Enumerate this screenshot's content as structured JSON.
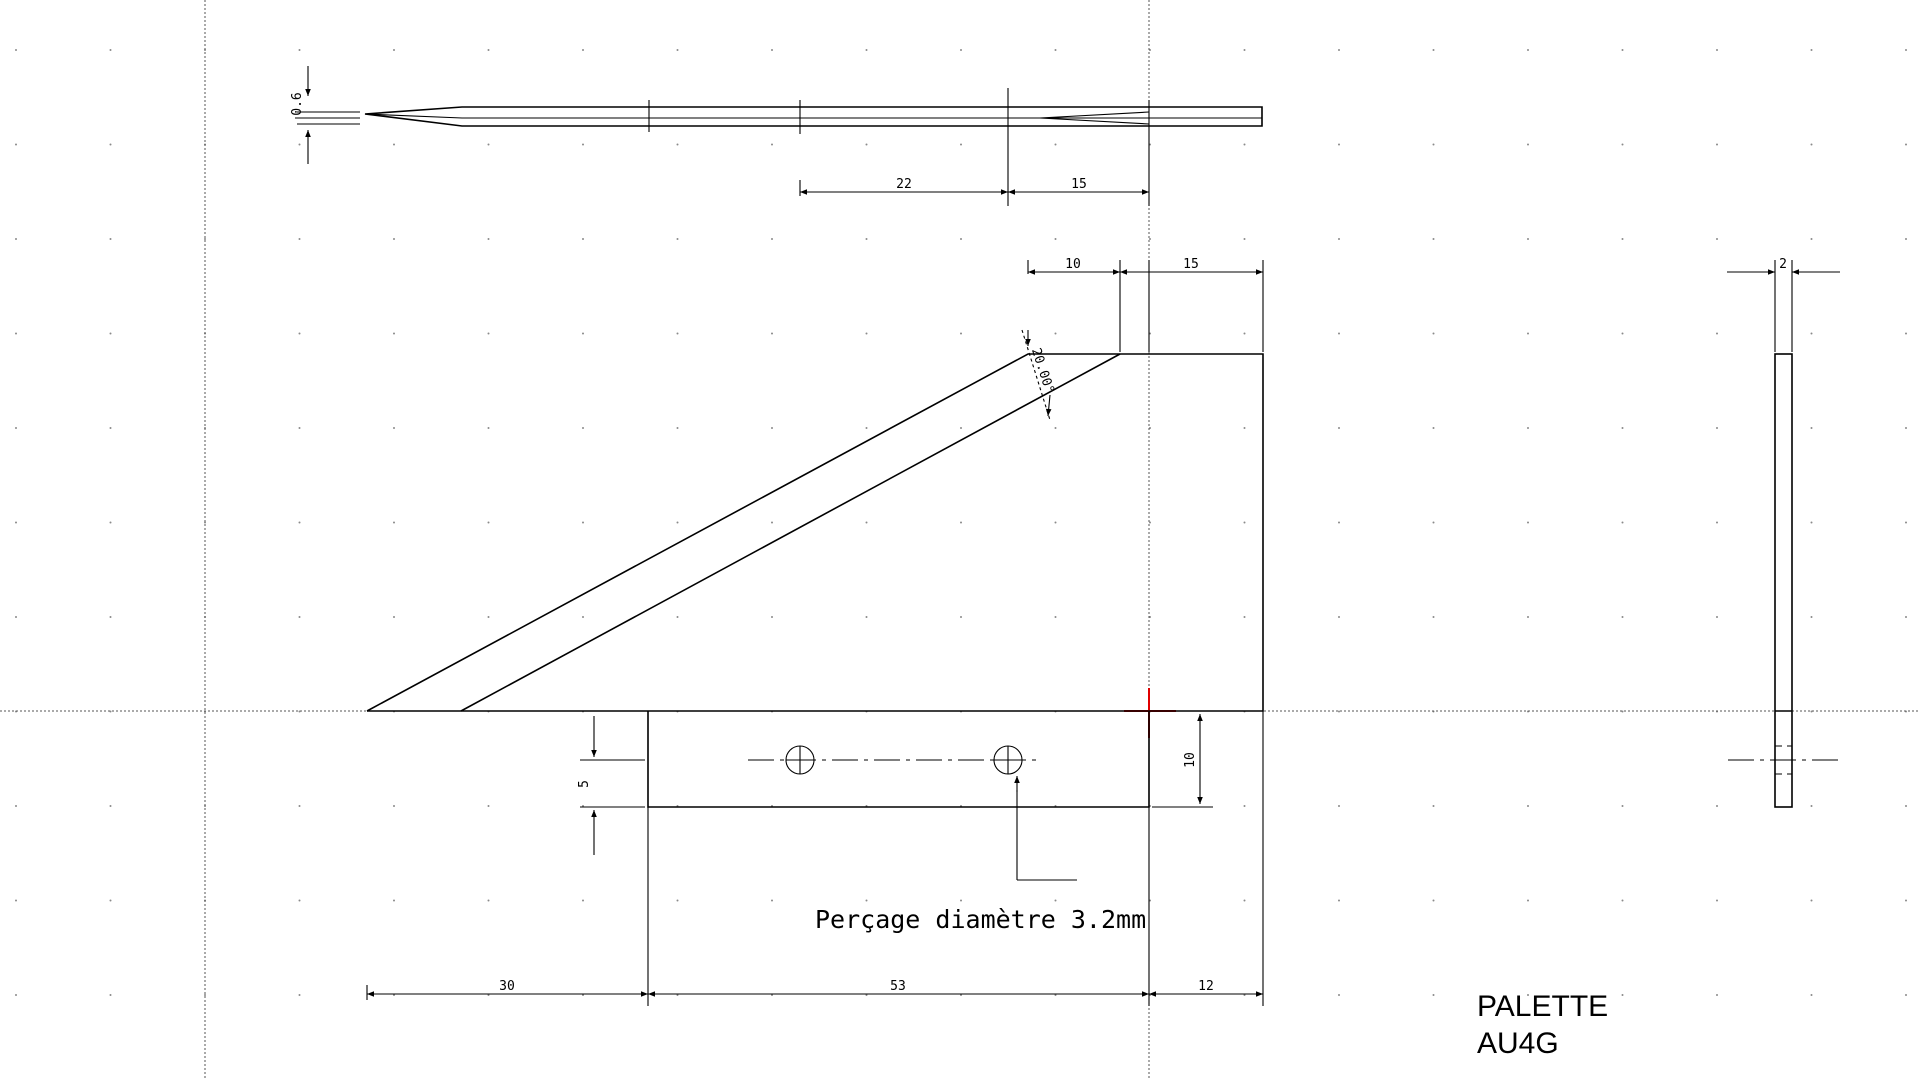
{
  "title": {
    "line1": "PALETTE",
    "line2": "AU4G"
  },
  "note": "Perçage diamètre 3.2mm",
  "dimensions": {
    "top_thickness": "0.6",
    "top_22": "22",
    "top_15": "15",
    "front_10": "10",
    "front_15": "15",
    "angle": "20.00°",
    "height_5": "5",
    "height_10": "10",
    "bottom_30": "30",
    "bottom_53": "53",
    "bottom_12": "12",
    "side_2": "2"
  },
  "colors": {
    "line": "#000000",
    "origin_marker": "#e00000",
    "grid_dot": "#8a8a8a"
  }
}
